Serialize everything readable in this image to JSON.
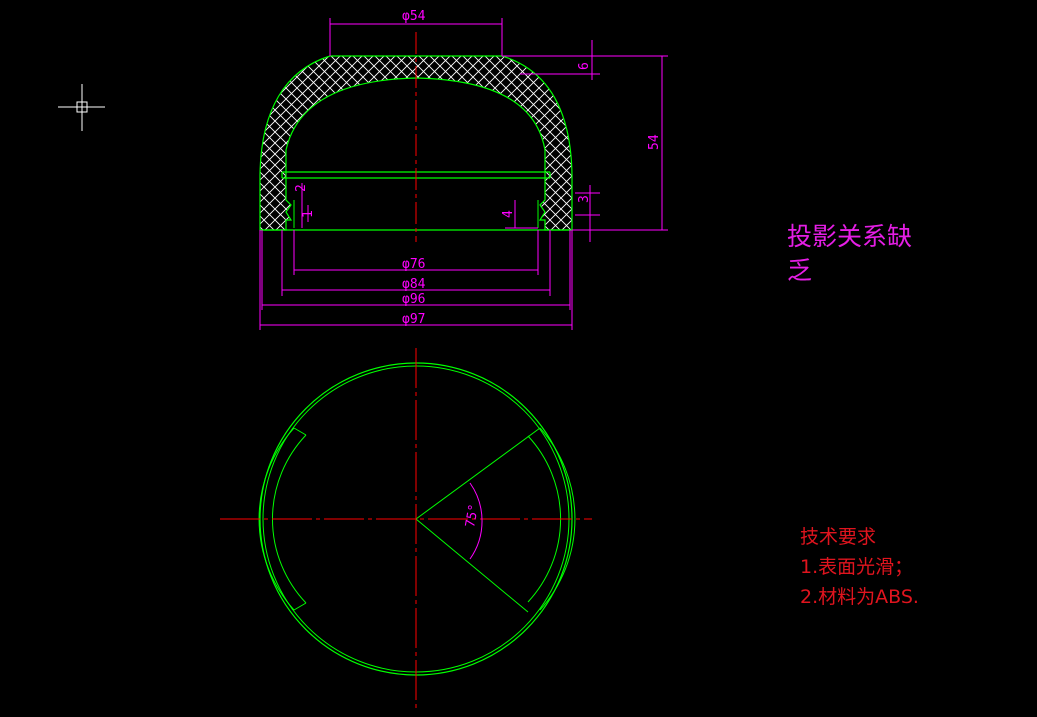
{
  "note_missing_projection": {
    "line1": "投影关系缺",
    "line2": "乏"
  },
  "tech_requirements": {
    "title": "技术要求",
    "items": [
      "1.表面光滑；",
      "2.材料为ABS."
    ]
  },
  "dimensions": {
    "top_width": "φ54",
    "wall_thickness": "6",
    "height": "54",
    "groove_top": "2",
    "groove_bottom": "1",
    "groove_depth": "4",
    "groove_offset": "3",
    "d76": "φ76",
    "d84": "φ84",
    "d96": "φ96",
    "d97": "φ97",
    "angle": "75°"
  },
  "colors": {
    "outline": "#00ff00",
    "dimension": "#ff00ff",
    "centerline": "#ff0000",
    "hatch": "#ffffff",
    "note_magenta": "#e51ee5",
    "note_red": "#e0141e"
  }
}
